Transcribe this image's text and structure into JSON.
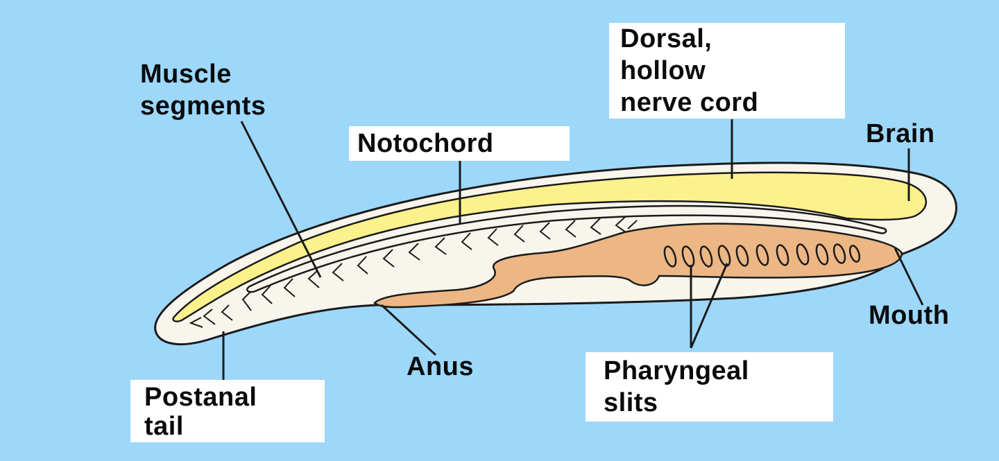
{
  "labels": {
    "muscle_segments": "Muscle\nsegments",
    "dorsal_nerve_cord": "Dorsal,\nhollow\nnerve cord",
    "notochord": "Notochord",
    "brain": "Brain",
    "mouth": "Mouth",
    "anus": "Anus",
    "pharyngeal_slits": "Pharyngeal\nslits",
    "postanal_tail": "Postanal\ntail"
  },
  "colors": {
    "background": "#9dd8fb",
    "body": "#f7f5ec",
    "nerve_cord": "#fdf18b",
    "notochord": "#f7f5ec",
    "gut": "#ecb785",
    "outline": "#1a1a1a",
    "label_box": "#ffffff"
  }
}
